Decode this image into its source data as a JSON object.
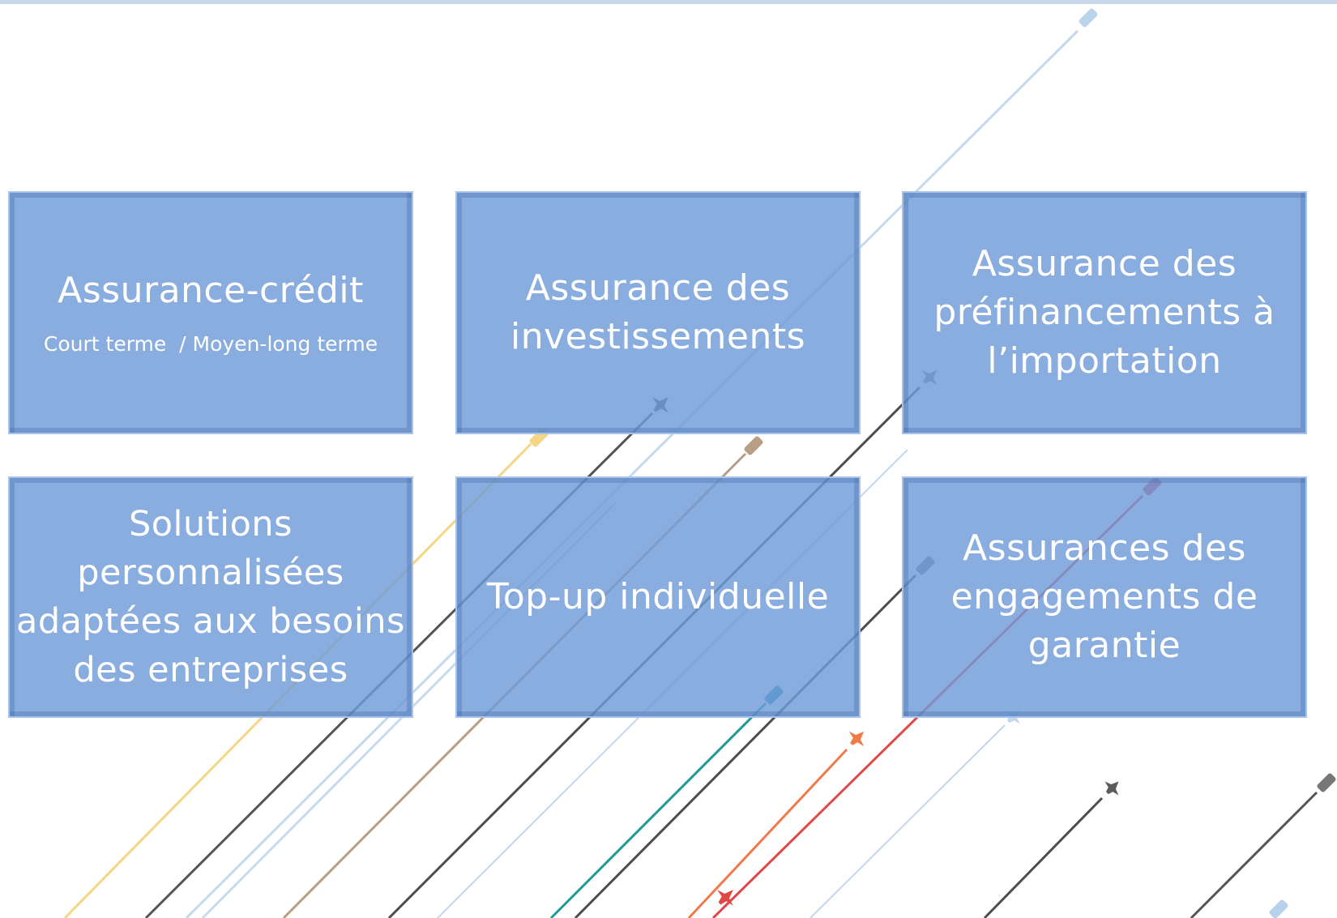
{
  "tiles": [
    {
      "title": "Assurance-crédit",
      "subtitle": "Court terme  / Moyen-long terme"
    },
    {
      "title": "Assurance des\ninvestissements"
    },
    {
      "title": "Assurance des\npréfinancements à\nl’importation"
    },
    {
      "title": "Solutions\npersonnalisées\nadaptées aux besoins\ndes entreprises"
    },
    {
      "title": "Top-up individuelle"
    },
    {
      "title": "Assurances des\nengagements de\ngarantie"
    }
  ],
  "colors": {
    "tile_fill": "#6f9bd7",
    "tile_border": "#aac4eb",
    "tile_text": "#ffffff",
    "top_band": "#c9d6ea",
    "trail_light_blue": "#b9d2ec",
    "trail_dark_gray": "#4d4d4d",
    "trail_yellow": "#f6d37a",
    "trail_tan": "#b49a80",
    "trail_teal": "#1f9a9a",
    "trail_orange": "#f07a4a",
    "trail_red": "#e04848",
    "trail_light_gray": "#a9a9a9"
  },
  "icons": [
    "airplane-icon",
    "ship-icon",
    "truck-icon"
  ]
}
